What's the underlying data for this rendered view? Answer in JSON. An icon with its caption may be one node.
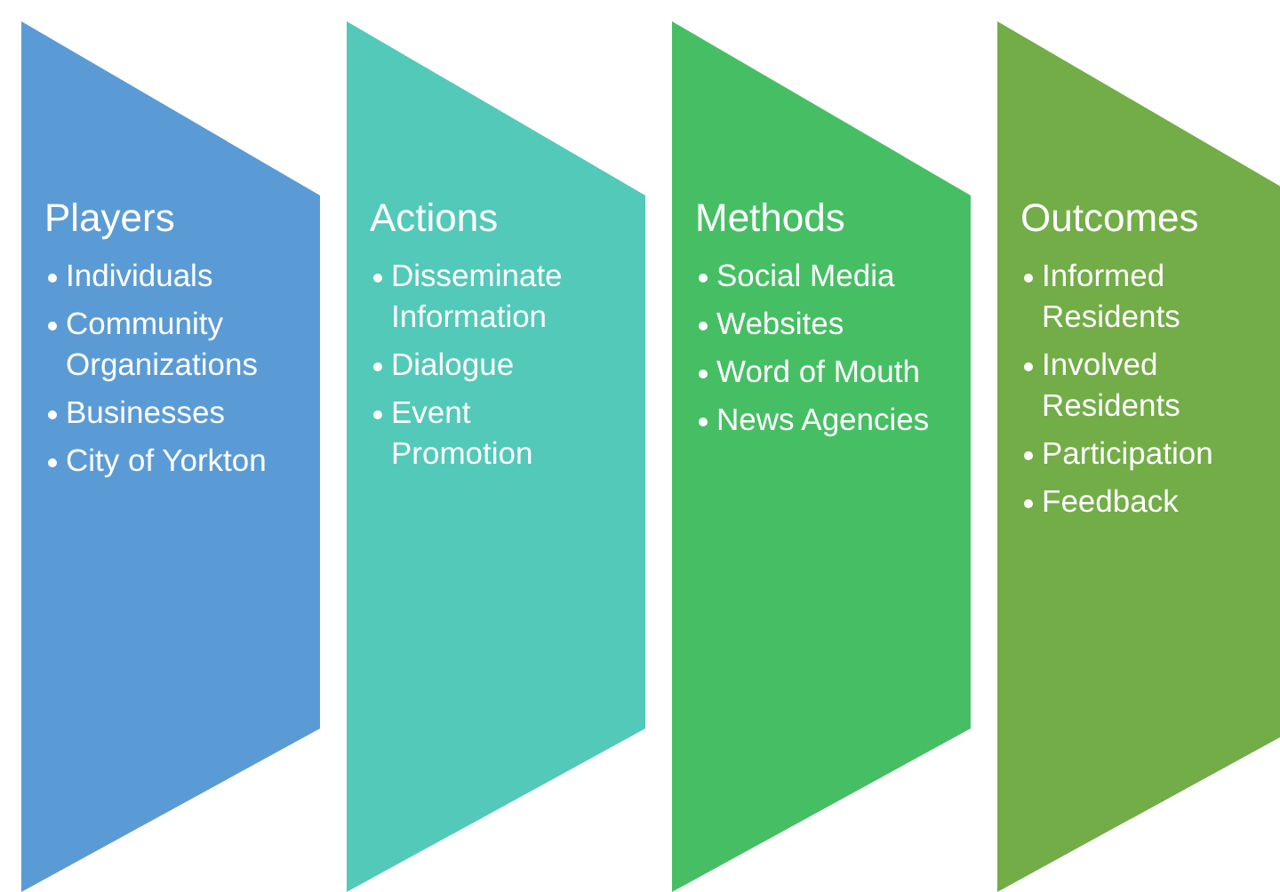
{
  "diagram": {
    "nodes": [
      {
        "text": [
          "Players",
          "Individuals",
          "Community Organizations",
          "Businesses",
          "City of Yorkton"
        ]
      },
      {
        "text": [
          "Actions",
          "Disseminate Information",
          "Dialogue",
          "Event Promotion"
        ]
      },
      {
        "text": [
          "Methods",
          "Social Media",
          "Websites",
          "Word of Mouth",
          "News Agencies"
        ]
      },
      {
        "text": [
          "Outcomes",
          "Informed Residents",
          "Involved Residents",
          "Participation",
          "Feedback"
        ]
      }
    ]
  }
}
